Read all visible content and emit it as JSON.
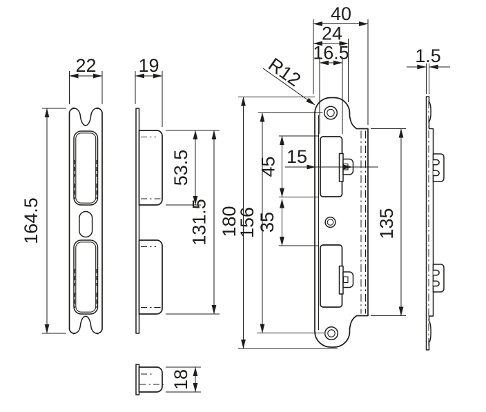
{
  "colors": {
    "line": "#1d1d1b",
    "background": "#ffffff"
  },
  "dimensions": {
    "front_width": "22",
    "front_height": "164.5",
    "side_depth": "19",
    "side_upper_box_height": "53.5",
    "side_box_span": "131.5",
    "main_total_depth": "40",
    "main_faceplate_width": "24",
    "main_cutout_width": "16.5",
    "main_corner_radius": "R12",
    "main_latch_depth": "15",
    "main_cutout_height": "45",
    "main_cutout_gap": "35",
    "main_plate_height": "180",
    "main_hole_spacing": "156",
    "main_lip_height": "135",
    "edge_thickness": "1.5",
    "bottom_box_depth": "18"
  }
}
